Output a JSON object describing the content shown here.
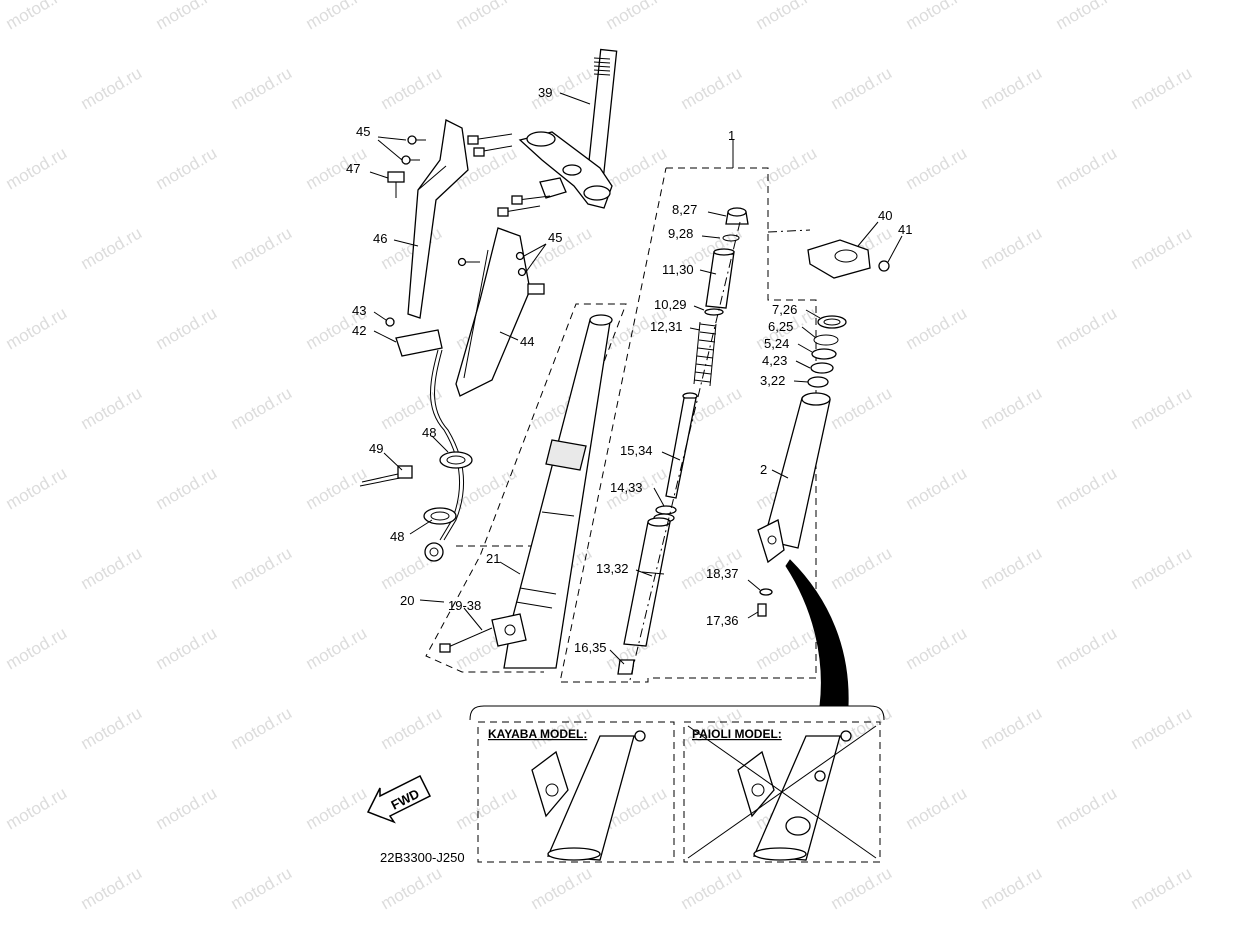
{
  "watermark": {
    "text": "motod.ru"
  },
  "diagram_code": "22B3300-J250",
  "fwd_label": "FWD",
  "model_boxes": [
    {
      "title": "KAYABA MODEL:"
    },
    {
      "title": "PAIOLI MODEL:"
    }
  ],
  "callouts": [
    {
      "label": "39"
    },
    {
      "label": "45"
    },
    {
      "label": "47"
    },
    {
      "label": "46"
    },
    {
      "label": "45"
    },
    {
      "label": "43"
    },
    {
      "label": "42"
    },
    {
      "label": "44"
    },
    {
      "label": "48"
    },
    {
      "label": "49"
    },
    {
      "label": "48"
    },
    {
      "label": "21"
    },
    {
      "label": "20"
    },
    {
      "label": "19-38"
    },
    {
      "label": "1"
    },
    {
      "label": "8,27"
    },
    {
      "label": "9,28"
    },
    {
      "label": "11,30"
    },
    {
      "label": "10,29"
    },
    {
      "label": "12,31"
    },
    {
      "label": "15,34"
    },
    {
      "label": "14,33"
    },
    {
      "label": "13,32"
    },
    {
      "label": "16,35"
    },
    {
      "label": "40"
    },
    {
      "label": "41"
    },
    {
      "label": "7,26"
    },
    {
      "label": "6,25"
    },
    {
      "label": "5,24"
    },
    {
      "label": "4,23"
    },
    {
      "label": "3,22"
    },
    {
      "label": "2"
    },
    {
      "label": "18,37"
    },
    {
      "label": "17,36"
    }
  ]
}
